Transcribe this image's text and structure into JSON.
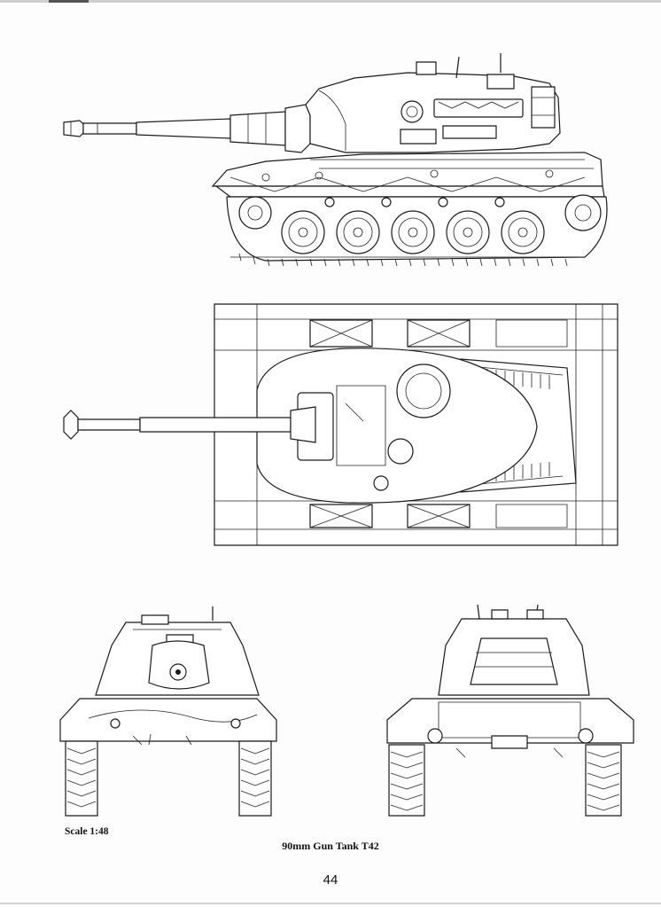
{
  "scale_label": "Scale 1:48",
  "caption": "90mm Gun Tank T42",
  "page_number": "44"
}
